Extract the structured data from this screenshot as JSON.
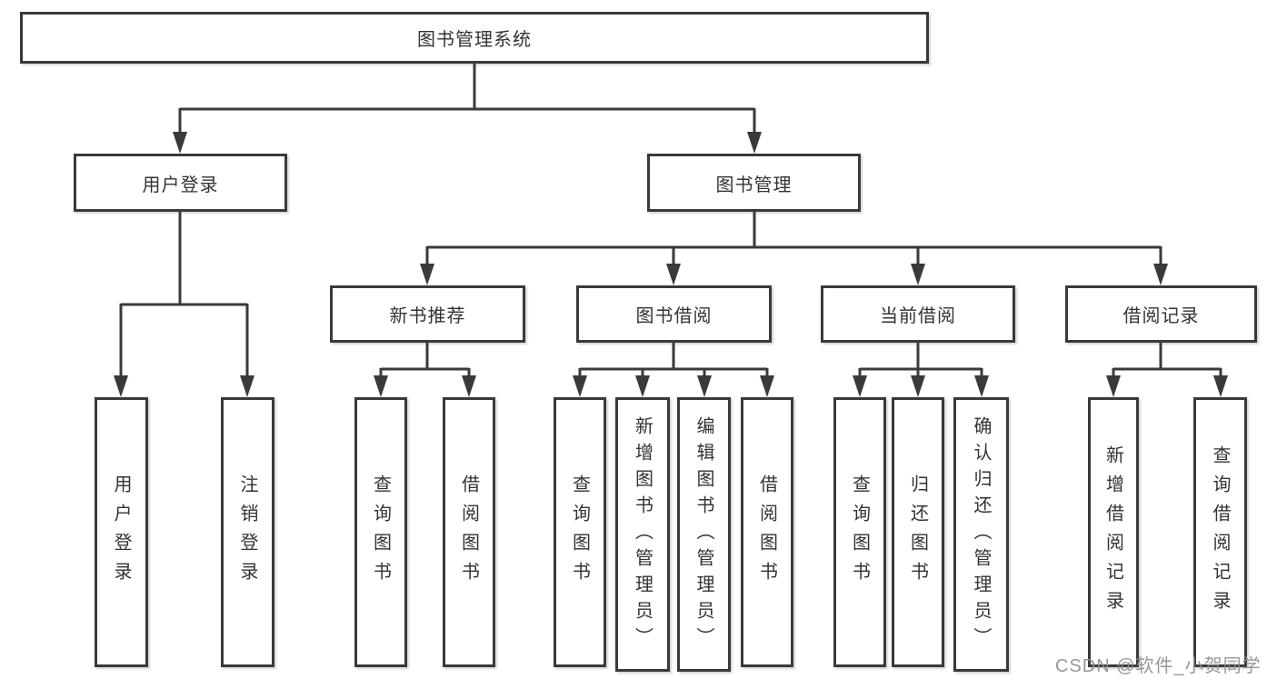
{
  "diagram": {
    "watermark": "CSDN @软件_小贺同学",
    "colors": {
      "line": "#3a3a3a",
      "box_border": "#3a3a3a",
      "text": "#333333",
      "background": "#ffffff",
      "watermark": "#8f8f8f"
    },
    "tree": {
      "root": "图书管理系统",
      "children": [
        {
          "label": "用户登录",
          "children": [
            {
              "label": "用户登录"
            },
            {
              "label": "注销登录"
            }
          ]
        },
        {
          "label": "图书管理",
          "children": [
            {
              "label": "新书推荐",
              "children": [
                {
                  "label": "查询图书"
                },
                {
                  "label": "借阅图书"
                }
              ]
            },
            {
              "label": "图书借阅",
              "children": [
                {
                  "label": "查询图书"
                },
                {
                  "label": "新增图书（管理员）"
                },
                {
                  "label": "编辑图书（管理员）"
                },
                {
                  "label": "借阅图书"
                }
              ]
            },
            {
              "label": "当前借阅",
              "children": [
                {
                  "label": "查询图书"
                },
                {
                  "label": "归还图书"
                },
                {
                  "label": "确认归还（管理员）"
                }
              ]
            },
            {
              "label": "借阅记录",
              "children": [
                {
                  "label": "新增借阅记录"
                },
                {
                  "label": "查询借阅记录"
                }
              ]
            }
          ]
        }
      ]
    }
  }
}
